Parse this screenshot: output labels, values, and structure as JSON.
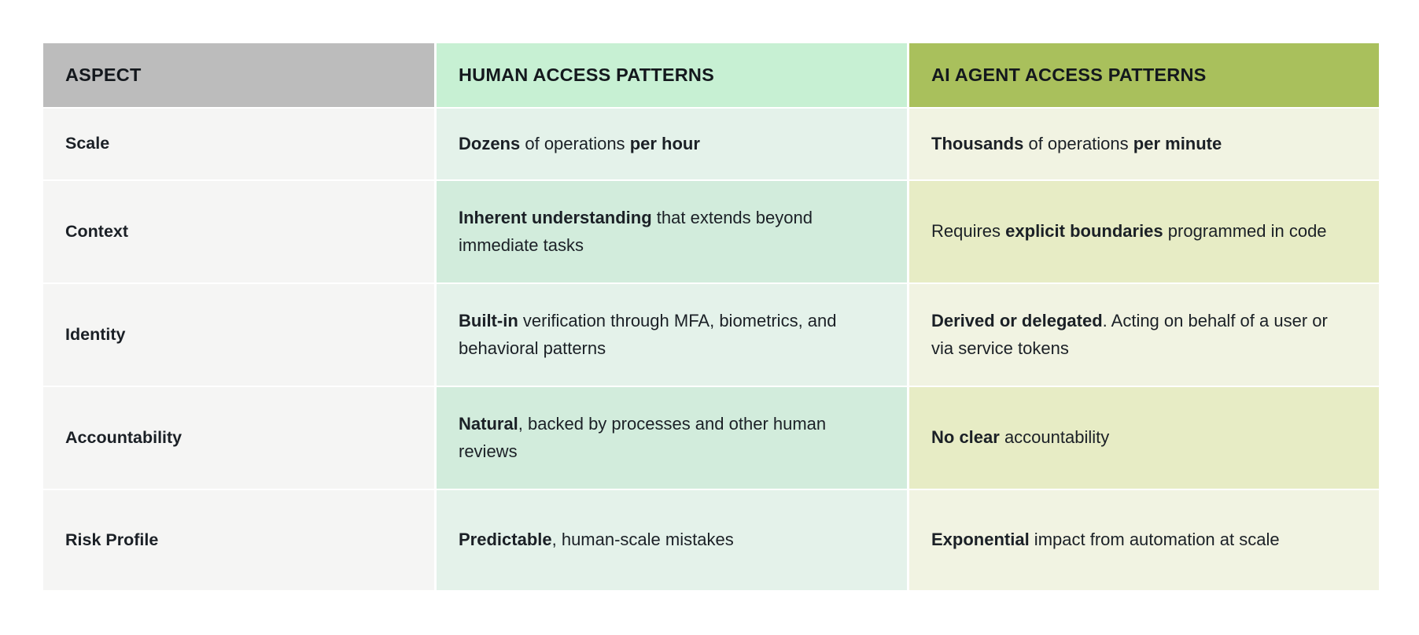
{
  "colors": {
    "aspect_header_bg": "#bcbcbc",
    "aspect_cell_bg": "#f5f5f4",
    "human_header_bg": "#c7f0d3",
    "human_cell_light_bg": "#e4f2ea",
    "human_cell_dark_bg": "#d2ecdc",
    "ai_header_bg": "#a9c05c",
    "ai_cell_light_bg": "#f1f3e2",
    "ai_cell_dark_bg": "#e7ecc5",
    "text": "#1b2026"
  },
  "chart_data": {
    "type": "table",
    "title": "",
    "columns": [
      "ASPECT",
      "HUMAN ACCESS PATTERNS",
      "AI AGENT ACCESS PATTERNS"
    ],
    "rows": [
      [
        "Scale",
        "Dozens of operations per hour",
        "Thousands of operations per minute"
      ],
      [
        "Context",
        "Inherent understanding that extends beyond immediate tasks",
        "Requires explicit boundaries programmed in code"
      ],
      [
        "Identity",
        "Built-in verification through MFA, biometrics, and behavioral patterns",
        "Derived or delegated. Acting on behalf of a user or via service tokens"
      ],
      [
        "Accountability",
        "Natural, backed by processes and other human reviews",
        "No clear accountability"
      ],
      [
        "Risk Profile",
        "Predictable, human-scale mistakes",
        "Exponential impact from automation at scale"
      ]
    ]
  },
  "table": {
    "headers": {
      "aspect": "ASPECT",
      "human": "HUMAN ACCESS PATTERNS",
      "ai": "AI AGENT ACCESS PATTERNS"
    },
    "rows": [
      {
        "aspect": "Scale",
        "human": [
          {
            "t": "Dozens",
            "b": true
          },
          {
            "t": " of operations ",
            "b": false
          },
          {
            "t": "per hour",
            "b": true
          }
        ],
        "ai": [
          {
            "t": "Thousands",
            "b": true
          },
          {
            "t": " of operations ",
            "b": false
          },
          {
            "t": "per minute",
            "b": true
          }
        ]
      },
      {
        "aspect": "Context",
        "human": [
          {
            "t": "Inherent understanding",
            "b": true
          },
          {
            "t": " that extends beyond immediate tasks",
            "b": false
          }
        ],
        "ai": [
          {
            "t": "Requires ",
            "b": false
          },
          {
            "t": "explicit boundaries",
            "b": true
          },
          {
            "t": " programmed in code",
            "b": false
          }
        ]
      },
      {
        "aspect": "Identity",
        "human": [
          {
            "t": "Built-in",
            "b": true
          },
          {
            "t": " verification through MFA, biometrics, and behavioral patterns",
            "b": false
          }
        ],
        "ai": [
          {
            "t": "Derived or delegated",
            "b": true
          },
          {
            "t": ". Acting on behalf of a user or via service tokens",
            "b": false
          }
        ]
      },
      {
        "aspect": "Accountability",
        "human": [
          {
            "t": "Natural",
            "b": true
          },
          {
            "t": ", backed by processes and other human reviews",
            "b": false
          }
        ],
        "ai": [
          {
            "t": "No clear",
            "b": true
          },
          {
            "t": " accountability",
            "b": false
          }
        ]
      },
      {
        "aspect": "Risk Profile",
        "human": [
          {
            "t": "Predictable",
            "b": true
          },
          {
            "t": ", human-scale mistakes",
            "b": false
          }
        ],
        "ai": [
          {
            "t": "Exponential",
            "b": true
          },
          {
            "t": " impact from automation at scale",
            "b": false
          }
        ]
      }
    ]
  }
}
